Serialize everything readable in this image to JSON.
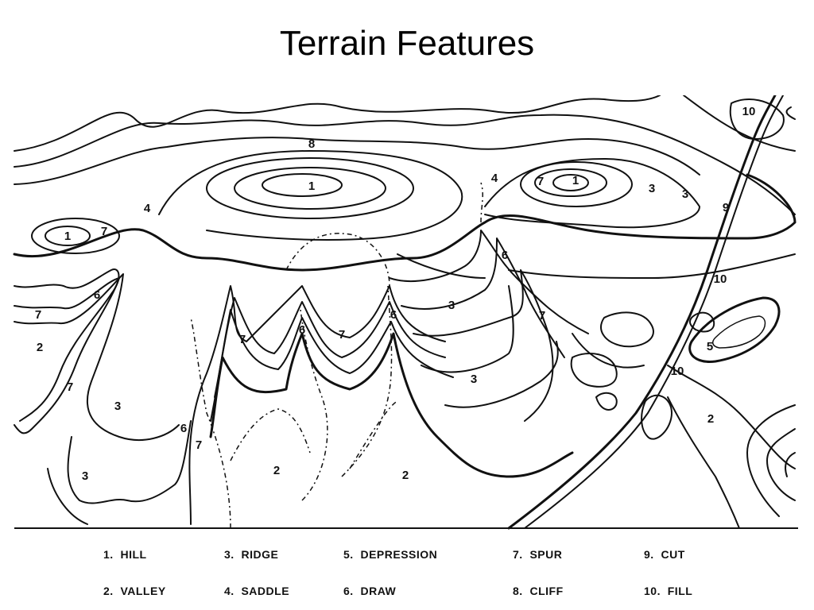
{
  "title": "Terrain Features",
  "colors": {
    "ink": "#111111",
    "background": "#ffffff"
  },
  "map_labels": {
    "l8": "8",
    "l1a": "1",
    "l4a": "4",
    "l1b": "1",
    "l7a": "7",
    "l4b": "4",
    "l7b": "7",
    "l1c": "1",
    "l3a": "3",
    "l3b": "3",
    "l10a": "10",
    "l9": "9",
    "l6a": "6",
    "l10b": "10",
    "l6b": "6",
    "l7c": "7",
    "l2a": "2",
    "l7d": "7",
    "l3c": "3",
    "l6c": "6",
    "l7e": "7",
    "l3d": "3",
    "l7f": "7",
    "l7g": "7",
    "l6d": "6",
    "l6e": "6",
    "l3e": "3",
    "l7h": "7",
    "l3f": "3",
    "l5": "5",
    "l10c": "10",
    "l2b": "2",
    "l2c": "2",
    "l2d": "2"
  },
  "legend": {
    "items": [
      {
        "num": "1.",
        "label": "HILL"
      },
      {
        "num": "2.",
        "label": "VALLEY"
      },
      {
        "num": "3.",
        "label": "RIDGE"
      },
      {
        "num": "4.",
        "label": "SADDLE"
      },
      {
        "num": "5.",
        "label": "DEPRESSION"
      },
      {
        "num": "6.",
        "label": "DRAW"
      },
      {
        "num": "7.",
        "label": "SPUR"
      },
      {
        "num": "8.",
        "label": "CLIFF"
      },
      {
        "num": "9.",
        "label": "CUT"
      },
      {
        "num": "10.",
        "label": "FILL"
      }
    ]
  }
}
